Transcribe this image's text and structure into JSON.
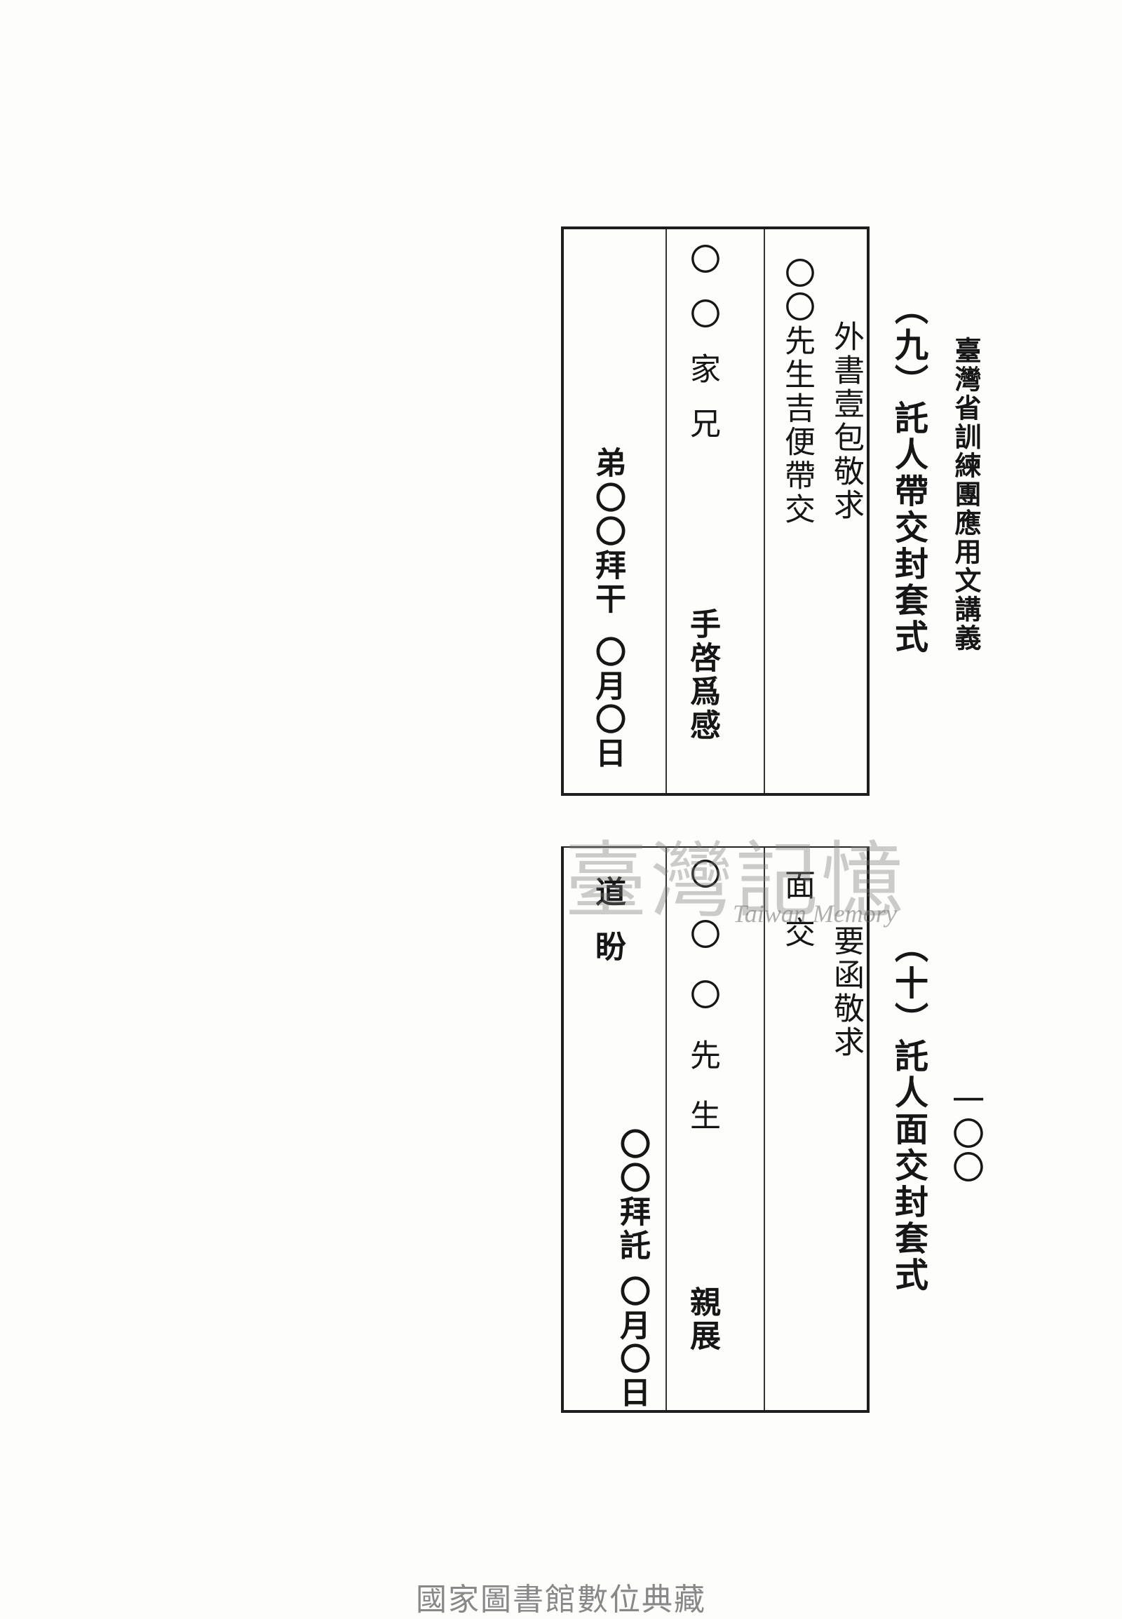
{
  "header": "臺灣省訓練團應用文講義",
  "page_number": "一〇〇",
  "section9": {
    "title": "（九）託人帶交封套式",
    "col1": "外書壹包敬求",
    "col2": "〇〇先生吉便帶交",
    "col3_name": "〇〇家兄",
    "col3_closing": "手啓爲感",
    "col4_sender": "弟",
    "col4_sign": "〇〇拜干",
    "col4_date": "〇月〇日"
  },
  "section10": {
    "title": "（十）託人面交封套式",
    "col1": "要函敬求",
    "col2": "面交",
    "col3_name": "〇〇〇先生",
    "col3_closing": "親展",
    "col4_top": "道盼",
    "col4_sign": "〇〇拜託",
    "col4_date": "〇月〇日"
  },
  "watermark": {
    "text": "臺灣記憶",
    "subtext": "Taiwan Memory"
  },
  "footer": "國家圖書館數位典藏"
}
